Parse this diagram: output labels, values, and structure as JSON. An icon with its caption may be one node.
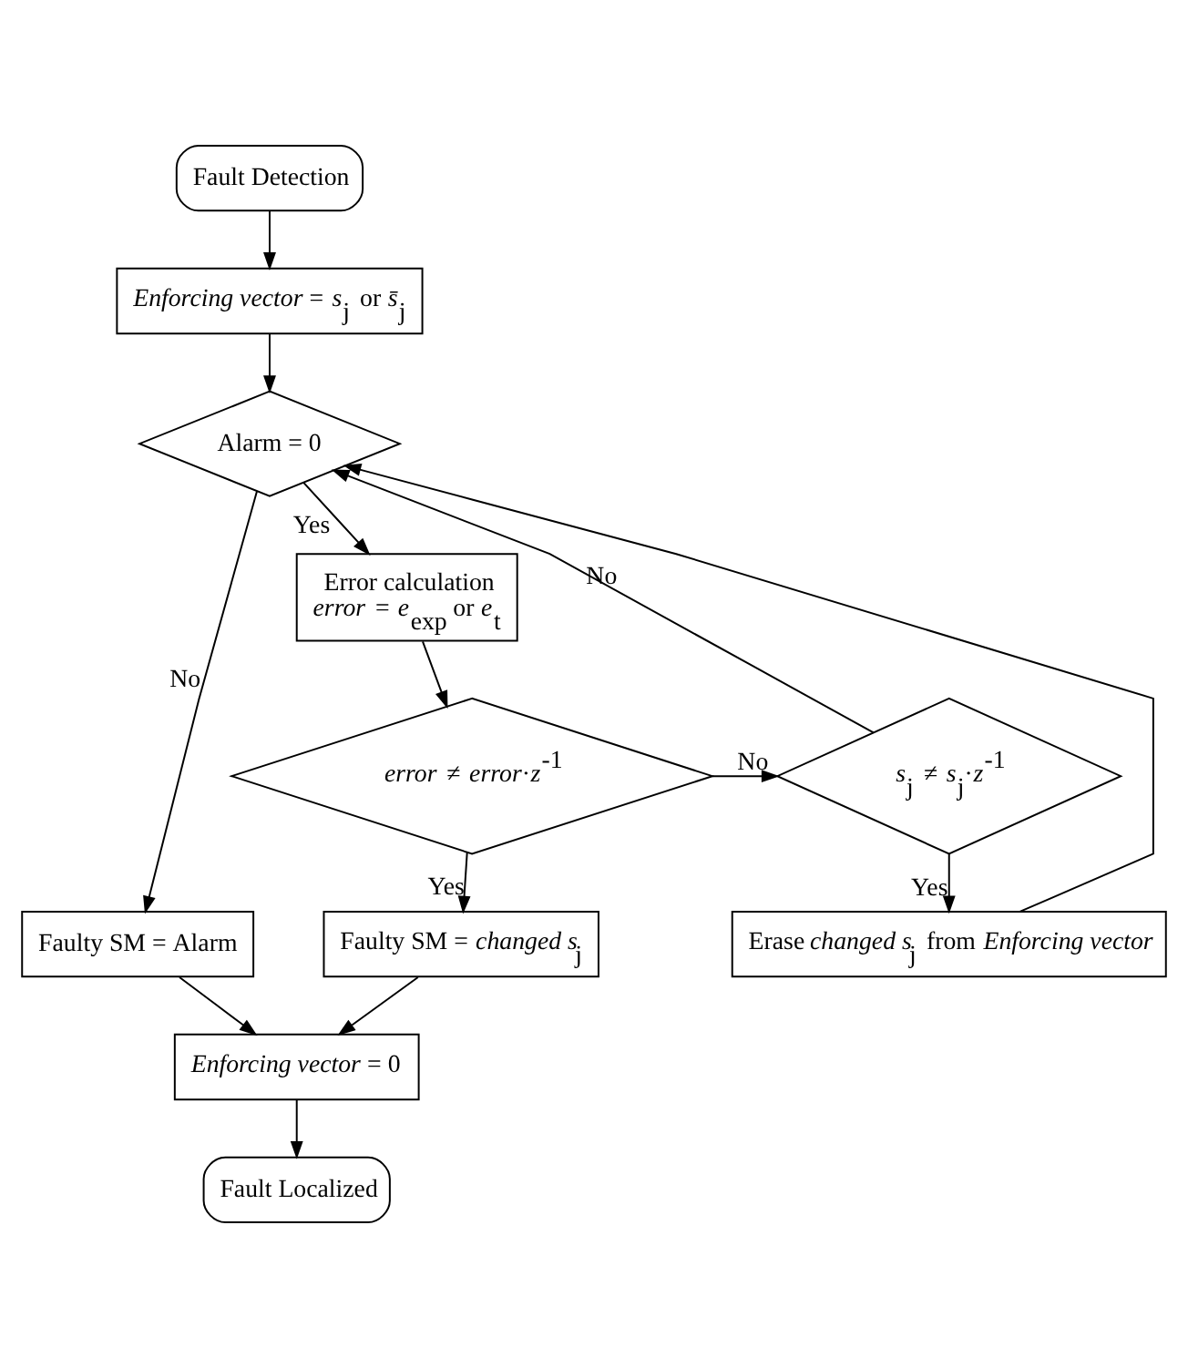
{
  "diagram": {
    "nodes": [
      {
        "text": [
          "Fault Detection"
        ]
      },
      {
        "text": [
          "*Enforcing vector* = *s*$_{j}$ or *s̄*$_{j}$"
        ]
      },
      {
        "text": [
          "Alarm = 0"
        ]
      },
      {
        "text": [
          "Error calculation",
          "*error* = *e*$_{exp}$ or *e*$_{t}$"
        ]
      },
      {
        "text": [
          "*error* ≠ *error*·*z*$^{-1}$"
        ]
      },
      {
        "text": [
          "*s*$_{j}$ ≠ *s*$_{j}$·*z*$^{-1}$"
        ]
      },
      {
        "text": [
          "Faulty SM = Alarm"
        ]
      },
      {
        "text": [
          "Faulty SM = *changed s*$_{j}$"
        ]
      },
      {
        "text": [
          "Erase *changed s*$_{j}$ from *Enforcing vector*"
        ]
      },
      {
        "text": [
          "*Enforcing vector* = 0"
        ]
      },
      {
        "text": [
          "Fault Localized"
        ]
      }
    ],
    "edges": [
      {
        "from": 0,
        "to": 1,
        "arrow": "to"
      },
      {
        "from": 1,
        "to": 2,
        "arrow": "to"
      },
      {
        "from": 2,
        "to": 6,
        "arrow": "to",
        "label": "No"
      },
      {
        "from": 2,
        "to": 3,
        "arrow": "to",
        "label": "Yes"
      },
      {
        "from": 3,
        "to": 4,
        "arrow": "to"
      },
      {
        "from": 4,
        "to": 5,
        "arrow": "to",
        "label": "No"
      },
      {
        "from": 4,
        "to": 7,
        "arrow": "to",
        "label": "Yes"
      },
      {
        "from": 5,
        "to": 2,
        "arrow": "to",
        "label": "No"
      },
      {
        "from": 5,
        "to": 8,
        "arrow": "to",
        "label": "Yes"
      },
      {
        "from": 8,
        "to": 2,
        "arrow": "to"
      },
      {
        "from": 6,
        "to": 9,
        "arrow": "to"
      },
      {
        "from": 7,
        "to": 9,
        "arrow": "to"
      },
      {
        "from": 9,
        "to": 10,
        "arrow": "to"
      }
    ]
  }
}
